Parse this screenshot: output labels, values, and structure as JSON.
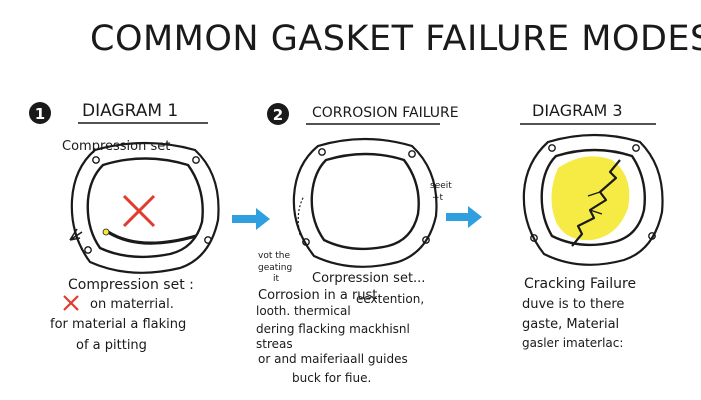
{
  "title": "COMMON GASKET FAILURE MODES",
  "colors": {
    "ink": "#1a1a1a",
    "blue_arrow": "#2f9fe0",
    "red_x": "#e23b2e",
    "yellow": "#f4ea3a"
  },
  "panels": [
    {
      "number": "1",
      "heading": "DIAGRAM 1",
      "label": "Compression set",
      "caption_lines": [
        "Compression set :",
        "on materrial.",
        "for material a flaking",
        "of a pitting"
      ]
    },
    {
      "number": "2",
      "heading": "CORROSION FAILURE",
      "side_label_right": [
        "seeit",
        "+t"
      ],
      "side_label_left": [
        "vot the",
        "geating",
        "it"
      ],
      "caption_lines": [
        "Corpression set...",
        "Corrosion in a rust",
        "looth. thermical",
        "eextention,",
        "dering flacking mackhisnl",
        "streas",
        "or and maiferiaall guides",
        "buck for fiue."
      ]
    },
    {
      "number": "3",
      "heading": "DIAGRAM 3",
      "caption_lines": [
        "Cracking Failure",
        "duve is to there",
        "gaste, Material",
        "gasler imaterlac:"
      ]
    }
  ]
}
